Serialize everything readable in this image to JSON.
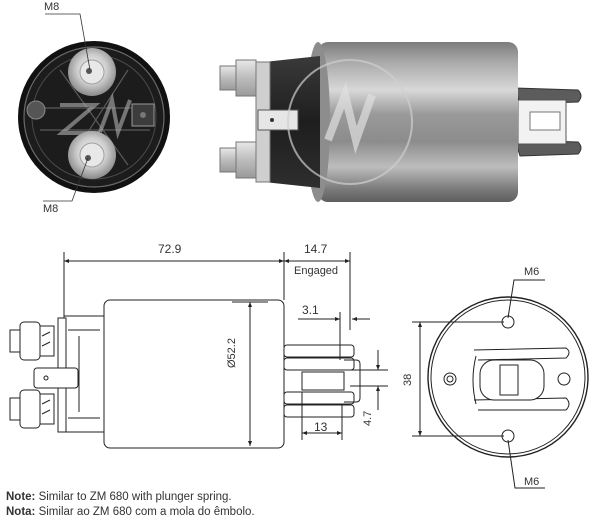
{
  "figure": {
    "subject": "Starter solenoid switch",
    "photos": {
      "end_view_labels": {
        "top_terminal": "M8",
        "bottom_terminal": "M8"
      },
      "side_view": "product photo with watermark logo"
    },
    "drawing": {
      "dimensions": {
        "body_length": "72.9",
        "plunger_travel": "14.7",
        "plunger_travel_note": "Engaged",
        "slot_offset": "3.1",
        "body_diameter": "Ø52.2",
        "slot_width": "4.7",
        "plunger_length": "13",
        "mount_hole_spacing": "38"
      },
      "end_view_labels": {
        "top_hole": "M6",
        "bottom_hole": "M6"
      }
    },
    "notes": [
      {
        "label": "Note:",
        "text": " Similar to ZM 680 with plunger spring."
      },
      {
        "label": "Nota:",
        "text": " Similar ao ZM 680 com a mola do êmbolo."
      }
    ]
  }
}
